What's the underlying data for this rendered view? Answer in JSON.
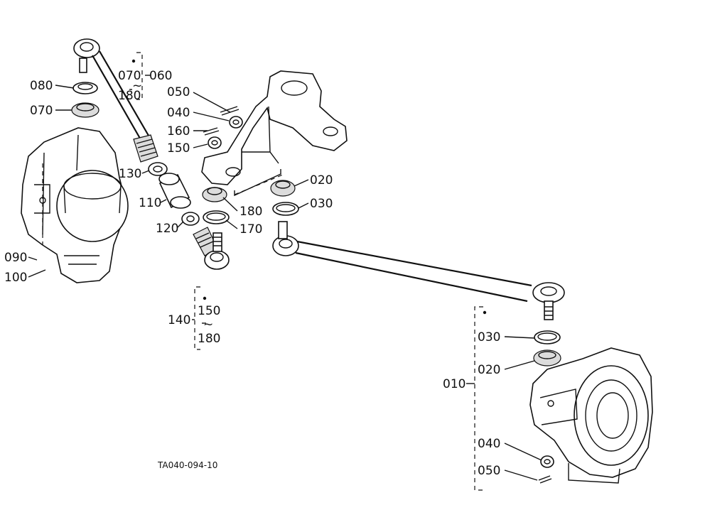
{
  "diagram": {
    "drawing_code": "TA040-094-10",
    "callouts": {
      "c060": "060",
      "c070_top": "070",
      "c180_top": "180",
      "c080": "080",
      "c070_left": "070",
      "c050_top": "050",
      "c040_top": "040",
      "c160": "160",
      "c150_top": "150",
      "c130": "130",
      "c110": "110",
      "c120": "120",
      "c020_top": "020",
      "c030_top": "030",
      "c180_mid": "180",
      "c170": "170",
      "c090": "090",
      "c100": "100",
      "c140": "140",
      "c150_mid": "150",
      "c180_low": "180",
      "c010": "010",
      "c030_low": "030",
      "c020_low": "020",
      "c040_low": "040",
      "c050_low": "050"
    }
  }
}
